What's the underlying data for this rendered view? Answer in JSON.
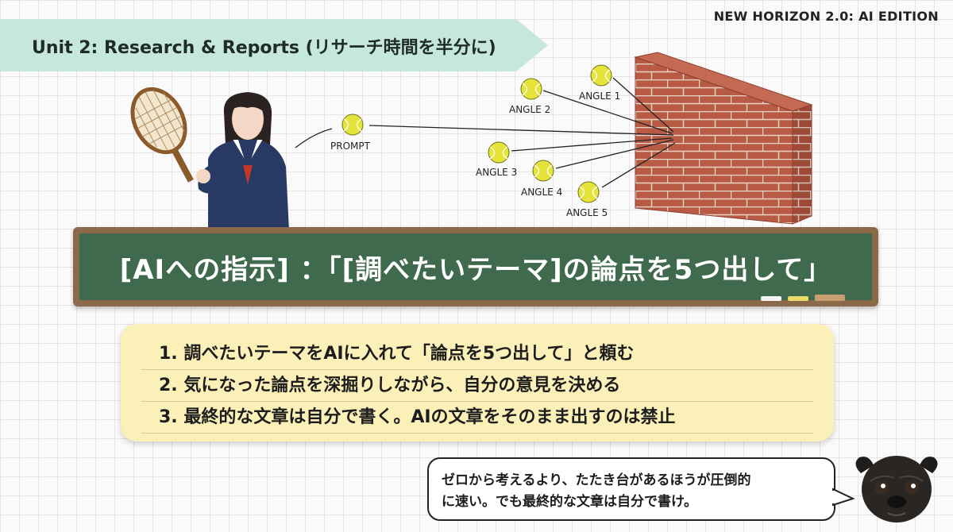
{
  "header": {
    "edition": "NEW HORIZON 2.0: AI EDITION",
    "unit_title": "Unit 2: Research & Reports (リサーチ時間を半分に)"
  },
  "diagram": {
    "prompt_label": "PROMPT",
    "angles": [
      "ANGLE 1",
      "ANGLE 2",
      "ANGLE 3",
      "ANGLE 4",
      "ANGLE 5"
    ]
  },
  "chalkboard": {
    "text": "[AIへの指示] ：「[調べたいテーマ]の論点を5つ出して」"
  },
  "steps": [
    "1. 調べたいテーマをAIに入れて「論点を5つ出して」と頼む",
    "2. 気になった論点を深掘りしながら、自分の意見を決める",
    "3. 最終的な文章は自分で書く。AIの文章をそのまま出すのは禁止"
  ],
  "speech": {
    "line1": "ゼロから考えるより、たたき台があるほうが圧倒的",
    "line2": "に速い。でも最終的な文章は自分で書け。"
  },
  "colors": {
    "banner": "#c6e8da",
    "chalkboard": "#3f6a4e",
    "frame": "#8a6a48",
    "steps_panel": "#fbf1b8",
    "tennis_ball": "#e4e43a"
  }
}
